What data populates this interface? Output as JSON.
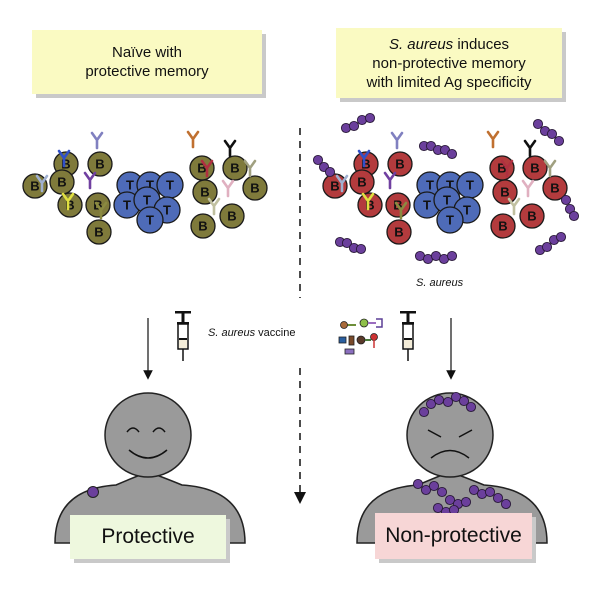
{
  "panels": {
    "left": {
      "title_line1": "Naïve with",
      "title_line2": "protective memory",
      "result": "Protective"
    },
    "right": {
      "title_italic": "S. aureus",
      "title_line1_rest": " induces",
      "title_line2": "non-protective memory",
      "title_line3": "with limited Ag specificity",
      "result": "Non-protective"
    }
  },
  "labels": {
    "bacteria": "S. aureus",
    "vaccine_italic": "S. aureus",
    "vaccine_rest": " vaccine"
  },
  "cells": {
    "b_label": "B",
    "t_label": "T"
  },
  "colors": {
    "b_cell_naive": "#7f7a3b",
    "b_cell_infected": "#b33b3d",
    "t_cell": "#4e6bb8",
    "bacteria": "#6b3f9c",
    "box_title": "#fafac2",
    "box_protective": "#eef8de",
    "box_nonprotective": "#f7d6d6",
    "person": "#9a9a9a"
  },
  "icons": [
    "syringe-icon",
    "happy-face-icon",
    "sad-face-icon",
    "antigen-icon",
    "bacteria-icon",
    "antibody-icon"
  ]
}
